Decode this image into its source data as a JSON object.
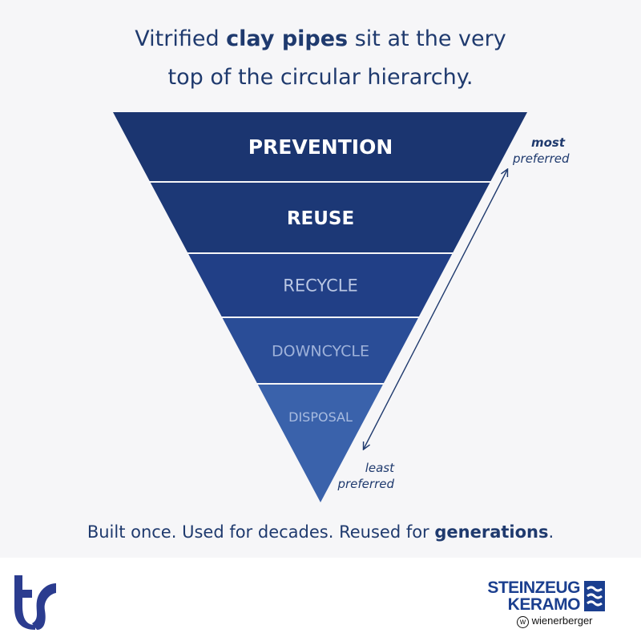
{
  "title": {
    "line1_pre": "Vitrified ",
    "line1_bold": "clay pipes",
    "line1_post": " sit at the very",
    "line2": "top of the circular hierarchy."
  },
  "hierarchy": [
    {
      "label": "PREVENTION",
      "color": "#1b3570",
      "text_color": "#ffffff"
    },
    {
      "label": "REUSE",
      "color": "#1c3876",
      "text_color": "#ffffff"
    },
    {
      "label": "RECYCLE",
      "color": "#213f86",
      "text_color": "#b9c6e3"
    },
    {
      "label": "DOWNCYCLE",
      "color": "#2a4d97",
      "text_color": "#9fb2da"
    },
    {
      "label": "DISPOSAL",
      "color": "#3a62ab",
      "text_color": "#a9bce0"
    }
  ],
  "preference": {
    "most_bold": "most",
    "most_rest": "preferred",
    "least_1": "least",
    "least_2": "preferred"
  },
  "footer": {
    "text": "Built once. Used for decades. Reused for ",
    "bold": "generations",
    "end": "."
  },
  "logos": {
    "left": "ts",
    "right_line1": "STEINZEUG",
    "right_line2": "KERAMO",
    "right_sub": "wienerberger"
  },
  "colors": {
    "brand": "#1f3a6e",
    "logo": "#2b3c8f"
  }
}
